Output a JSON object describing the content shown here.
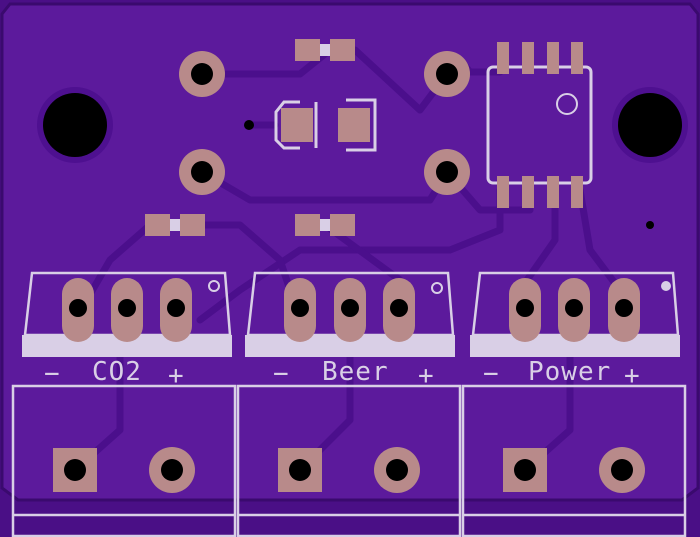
{
  "silkscreen": {
    "co2": {
      "minus": "−",
      "label": "CO2",
      "plus": "+"
    },
    "beer": {
      "minus": "−",
      "label": "Beer",
      "plus": "+"
    },
    "power": {
      "minus": "−",
      "label": "Power",
      "plus": "+"
    }
  },
  "colors": {
    "board": "#5c1a9c",
    "board_dark": "#3a0a6e",
    "trace": "#4e1090",
    "copper": "#b88a8a",
    "silkscreen": "#d9cfe6",
    "hole": "#000000"
  }
}
